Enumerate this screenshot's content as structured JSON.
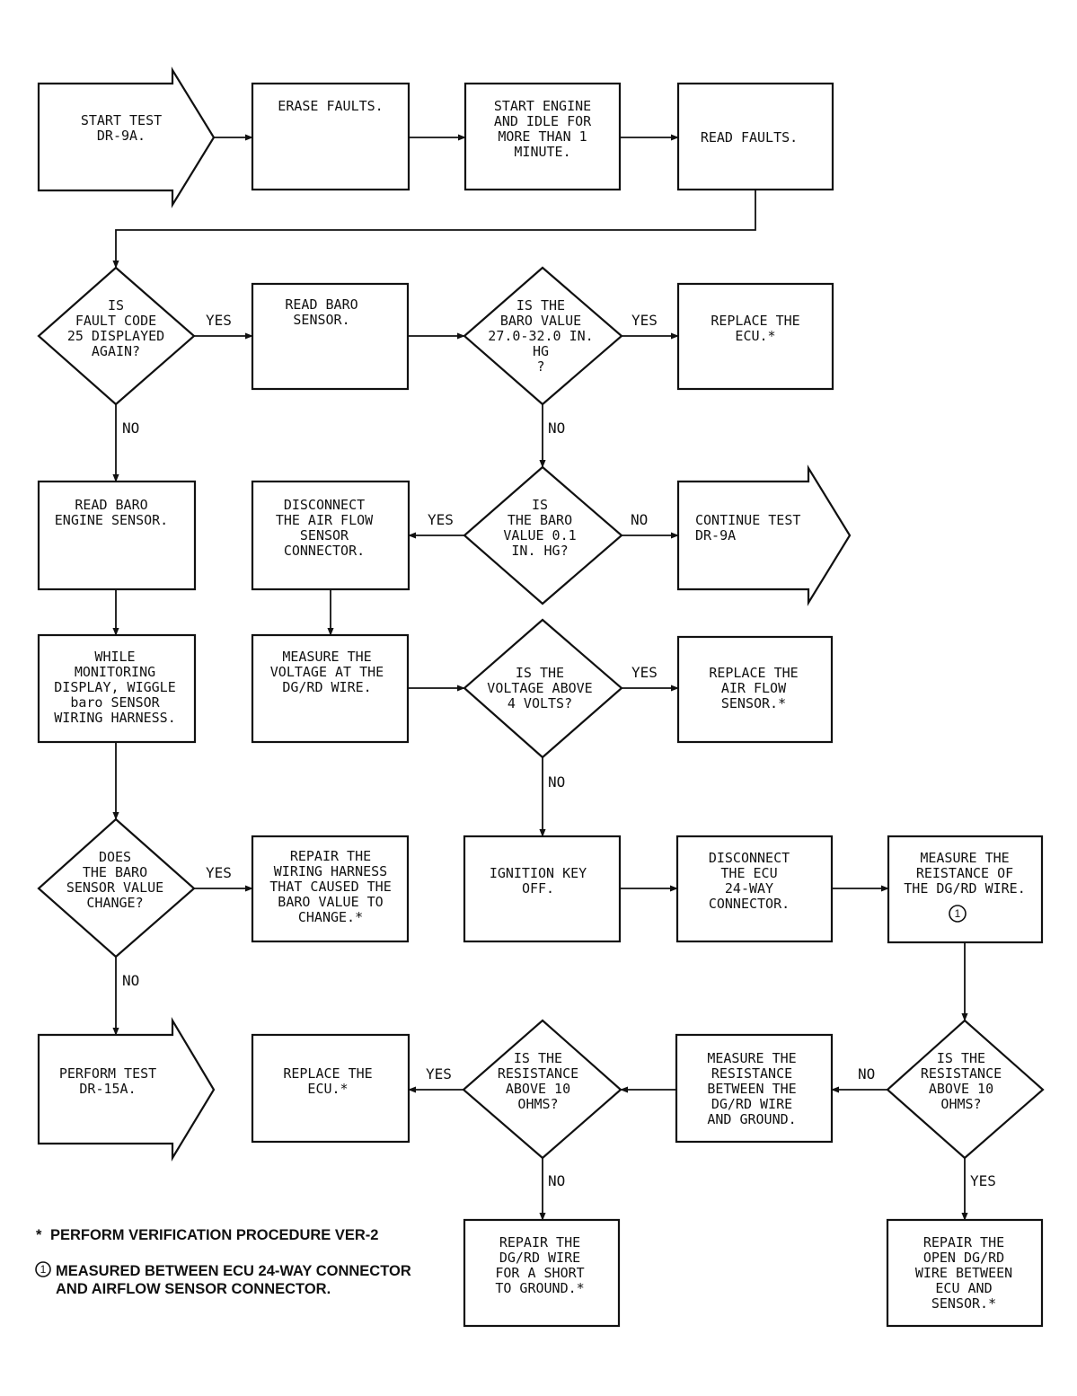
{
  "nodes": {
    "start": [
      "START TEST",
      "DR-9A."
    ],
    "erase": [
      "ERASE FAULTS."
    ],
    "startEngine": [
      "START ENGINE",
      "AND IDLE FOR",
      "MORE THAN 1",
      "MINUTE."
    ],
    "readFaults": [
      "READ FAULTS."
    ],
    "q25": [
      "IS",
      "FAULT CODE",
      "25 DISPLAYED",
      "AGAIN?"
    ],
    "readBaro": [
      "READ BARO",
      "SENSOR."
    ],
    "qBaroRange": [
      "IS THE",
      "BARO VALUE",
      "27.0-32.0 IN.",
      "HG",
      "?"
    ],
    "replaceEcu1": [
      "REPLACE THE",
      "ECU.*"
    ],
    "readBaroEngine": [
      "READ BARO",
      "ENGINE SENSOR."
    ],
    "disconnectAirflow": [
      "DISCONNECT",
      "THE AIR FLOW",
      "SENSOR",
      "CONNECTOR."
    ],
    "qBaro01": [
      "IS",
      "THE BARO",
      "VALUE 0.1",
      "IN. HG?"
    ],
    "continueTest": [
      "CONTINUE TEST",
      "DR-9A"
    ],
    "wiggle": [
      "WHILE",
      "MONITORING",
      "DISPLAY, WIGGLE",
      "baro SENSOR",
      "WIRING HARNESS."
    ],
    "measureVoltage": [
      "MEASURE THE",
      "VOLTAGE AT THE",
      "DG/RD WIRE."
    ],
    "qVoltage": [
      "IS THE",
      "VOLTAGE ABOVE",
      "4 VOLTS?"
    ],
    "replaceAirflow": [
      "REPLACE THE",
      "AIR FLOW",
      "SENSOR.*"
    ],
    "qBaroChange": [
      "DOES",
      "THE BARO",
      "SENSOR VALUE",
      "CHANGE?"
    ],
    "repairHarness": [
      "REPAIR THE",
      "WIRING HARNESS",
      "THAT CAUSED THE",
      "BARO VALUE TO",
      "CHANGE.*"
    ],
    "ignitionOff": [
      "IGNITION KEY",
      "OFF."
    ],
    "disconnectEcu": [
      "DISCONNECT",
      "THE ECU",
      "24-WAY",
      "CONNECTOR."
    ],
    "measureResistance": [
      "MEASURE THE",
      "REISTANCE OF",
      "THE DG/RD WIRE."
    ],
    "performTest": [
      "PERFORM TEST",
      "DR-15A."
    ],
    "replaceEcu2": [
      "REPLACE THE",
      "ECU.*"
    ],
    "qResGround": [
      "IS THE",
      "RESISTANCE",
      "ABOVE 10",
      "OHMS?"
    ],
    "measureResGround": [
      "MEASURE THE",
      "RESISTANCE",
      "BETWEEN THE",
      "DG/RD WIRE",
      "AND GROUND."
    ],
    "qResOpen": [
      "IS THE",
      "RESISTANCE",
      "ABOVE 10",
      "OHMS?"
    ],
    "repairShort": [
      "REPAIR THE",
      "DG/RD WIRE",
      "FOR A SHORT",
      "TO GROUND.*"
    ],
    "repairOpen": [
      "REPAIR THE",
      "OPEN DG/RD",
      "WIRE BETWEEN",
      "ECU AND",
      "SENSOR.*"
    ]
  },
  "edge_labels": {
    "q25_yes": "YES",
    "q25_no": "NO",
    "qBaroRange_yes": "YES",
    "qBaroRange_no": "NO",
    "qBaro01_yes": "YES",
    "qBaro01_no": "NO",
    "qVoltage_yes": "YES",
    "qVoltage_no": "NO",
    "qBaroChange_yes": "YES",
    "qBaroChange_no": "NO",
    "qResOpen_no": "NO",
    "qResOpen_yes": "YES",
    "qResGround_yes": "YES",
    "qResGround_no": "NO"
  },
  "footnotes": {
    "note_marker": "*",
    "note1": "PERFORM VERIFICATION PROCEDURE VER-2",
    "measure_marker": "1",
    "note2_line1": "MEASURED BETWEEN ECU 24-WAY CONNECTOR",
    "note2_line2": "AND AIRFLOW SENSOR CONNECTOR."
  }
}
